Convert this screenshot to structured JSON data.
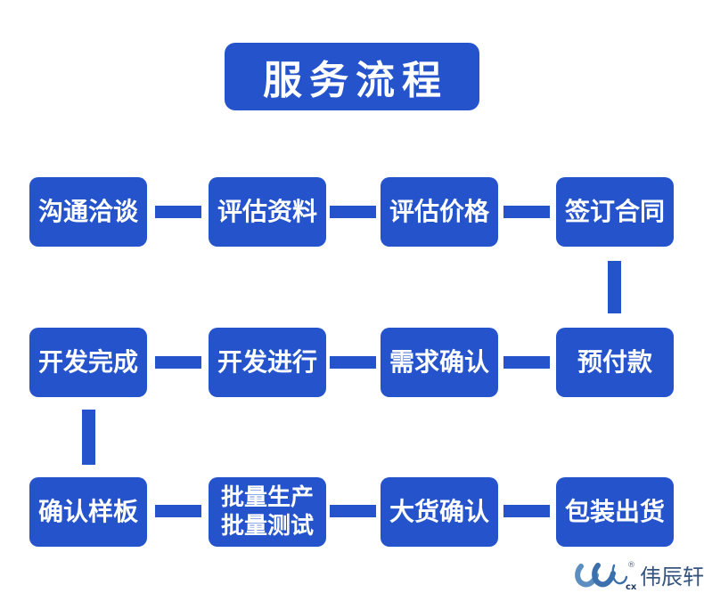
{
  "title": "服务流程",
  "colors": {
    "primary": "#2453cb",
    "background": "#ffffff",
    "box_text": "#ffffff",
    "logo_mark": "#3b70ad",
    "logo_mark_light": "#5c8fc0",
    "logo_text": "#35547f",
    "logo_sub": "#1f3864"
  },
  "steps": {
    "rows": [
      {
        "cells": [
          {
            "lines": [
              "沟通洽谈"
            ]
          },
          {
            "lines": [
              "评估资料"
            ]
          },
          {
            "lines": [
              "评估价格"
            ]
          },
          {
            "lines": [
              "签订合同"
            ]
          }
        ]
      },
      {
        "cells": [
          {
            "lines": [
              "开发完成"
            ]
          },
          {
            "lines": [
              "开发进行"
            ]
          },
          {
            "lines": [
              "需求确认"
            ]
          },
          {
            "lines": [
              "预付款"
            ]
          }
        ]
      },
      {
        "cells": [
          {
            "lines": [
              "确认样板"
            ]
          },
          {
            "lines": [
              "批量生产",
              "批量测试"
            ]
          },
          {
            "lines": [
              "大货确认"
            ]
          },
          {
            "lines": [
              "包装出货"
            ]
          }
        ]
      }
    ]
  },
  "logo": {
    "brand": "伟辰轩",
    "mark_sub": "cx",
    "registered": "®"
  }
}
